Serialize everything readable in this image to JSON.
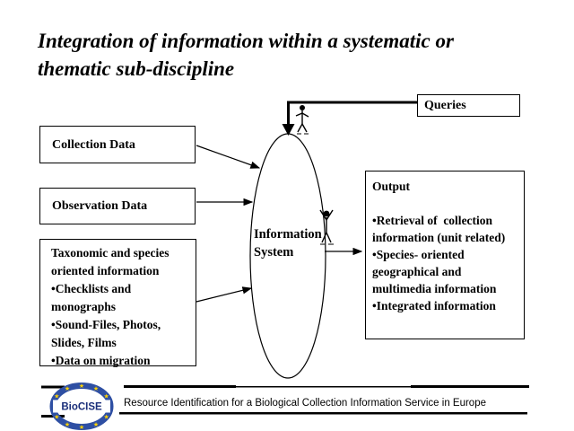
{
  "title": {
    "line1": "Integration of information within a systematic or",
    "line2": "thematic sub-discipline"
  },
  "queries_box": {
    "label": "Queries"
  },
  "collection_box": {
    "label": "Collection Data"
  },
  "observation_box": {
    "label": "Observation Data"
  },
  "taxonomic_box": {
    "heading": "Taxonomic and species oriented information",
    "bullets": [
      "•Checklists and monographs",
      "•Sound-Files, Photos, Slides, Films",
      "•Data on migration"
    ]
  },
  "information_system": {
    "line1": "Information",
    "line2": "System"
  },
  "output_box": {
    "heading": "Output",
    "bullets": [
      "•Retrieval of  collection information (unit related)",
      "•Species- oriented geographical and multimedia information",
      "•Integrated information"
    ]
  },
  "footer": {
    "logo_text": "BioCISE",
    "caption": "Resource Identification for a Biological Collection Information Service in Europe"
  },
  "icons": {
    "person_top": "person-icon",
    "person_right": "person-icon"
  },
  "colors": {
    "line_black": "#000000",
    "logo_blue": "#2e4fa3",
    "logo_star_yellow": "#ffd200",
    "logo_text_blue": "#1b2f7a"
  }
}
